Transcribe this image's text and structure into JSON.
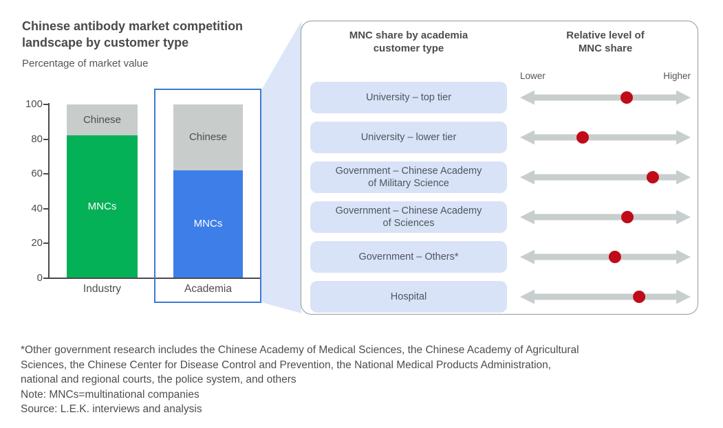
{
  "chart_data": [
    {
      "type": "bar",
      "stacked": true,
      "title": "Chinese antibody market competition\nlandscape by customer type",
      "subtitle": "Percentage of market value",
      "categories": [
        "Industry",
        "Academia"
      ],
      "series": [
        {
          "name": "MNCs",
          "values": [
            82,
            62
          ],
          "color_by_category": [
            "#04b157",
            "#3d7ee8"
          ],
          "label_color": "#ffffff"
        },
        {
          "name": "Chinese",
          "values": [
            18,
            38
          ],
          "color_by_category": [
            "#c8cccb",
            "#c8cccb"
          ],
          "label_color": "#4d4d4d"
        }
      ],
      "ylim": [
        0,
        100
      ],
      "yticks": [
        "100",
        "80",
        "60",
        "40",
        "20",
        "0"
      ],
      "grid": false,
      "highlighted_category": "Academia"
    },
    {
      "type": "scatter",
      "description": "Relative level of MNC share per academia customer type; dot position is fraction of arrow from Lower (0) to Higher (1)",
      "col_headers": [
        "MNC share by academia\ncustomer type",
        "Relative level of\nMNC share"
      ],
      "scale_labels": {
        "left": "Lower",
        "right": "Higher"
      },
      "rows": [
        {
          "label": "University – top tier",
          "dot_position": 0.625
        },
        {
          "label": "University – lower tier",
          "dot_position": 0.367
        },
        {
          "label": "Government – Chinese Academy\nof Military Science",
          "dot_position": 0.778
        },
        {
          "label": "Government – Chinese Academy\nof Sciences",
          "dot_position": 0.629
        },
        {
          "label": "Government – Others*",
          "dot_position": 0.556
        },
        {
          "label": "Hospital",
          "dot_position": 0.698
        }
      ],
      "dot_color": "#c00b18",
      "arrow_color": "#c7cecd",
      "row_box_color": "#d9e3f7"
    }
  ],
  "footnotes": [
    "*Other government research includes the Chinese Academy of Medical Sciences, the Chinese Academy of Agricultural\nSciences, the Chinese Center for Disease Control and Prevention, the National Medical Products Administration,\nnational and regional courts, the police system, and others",
    "Note: MNCs=multinational companies",
    "Source: L.E.K. interviews and analysis"
  ],
  "colors": {
    "accent_green": "#04b157",
    "accent_blue": "#3d7ee8",
    "neutral_gray": "#c8cccb",
    "highlight_border": "#3b79d2",
    "funnel_fill": "#dce6f8",
    "panel_row_fill": "#d9e3f7",
    "dot_red": "#c00b18",
    "text": "#4d4d4d"
  }
}
